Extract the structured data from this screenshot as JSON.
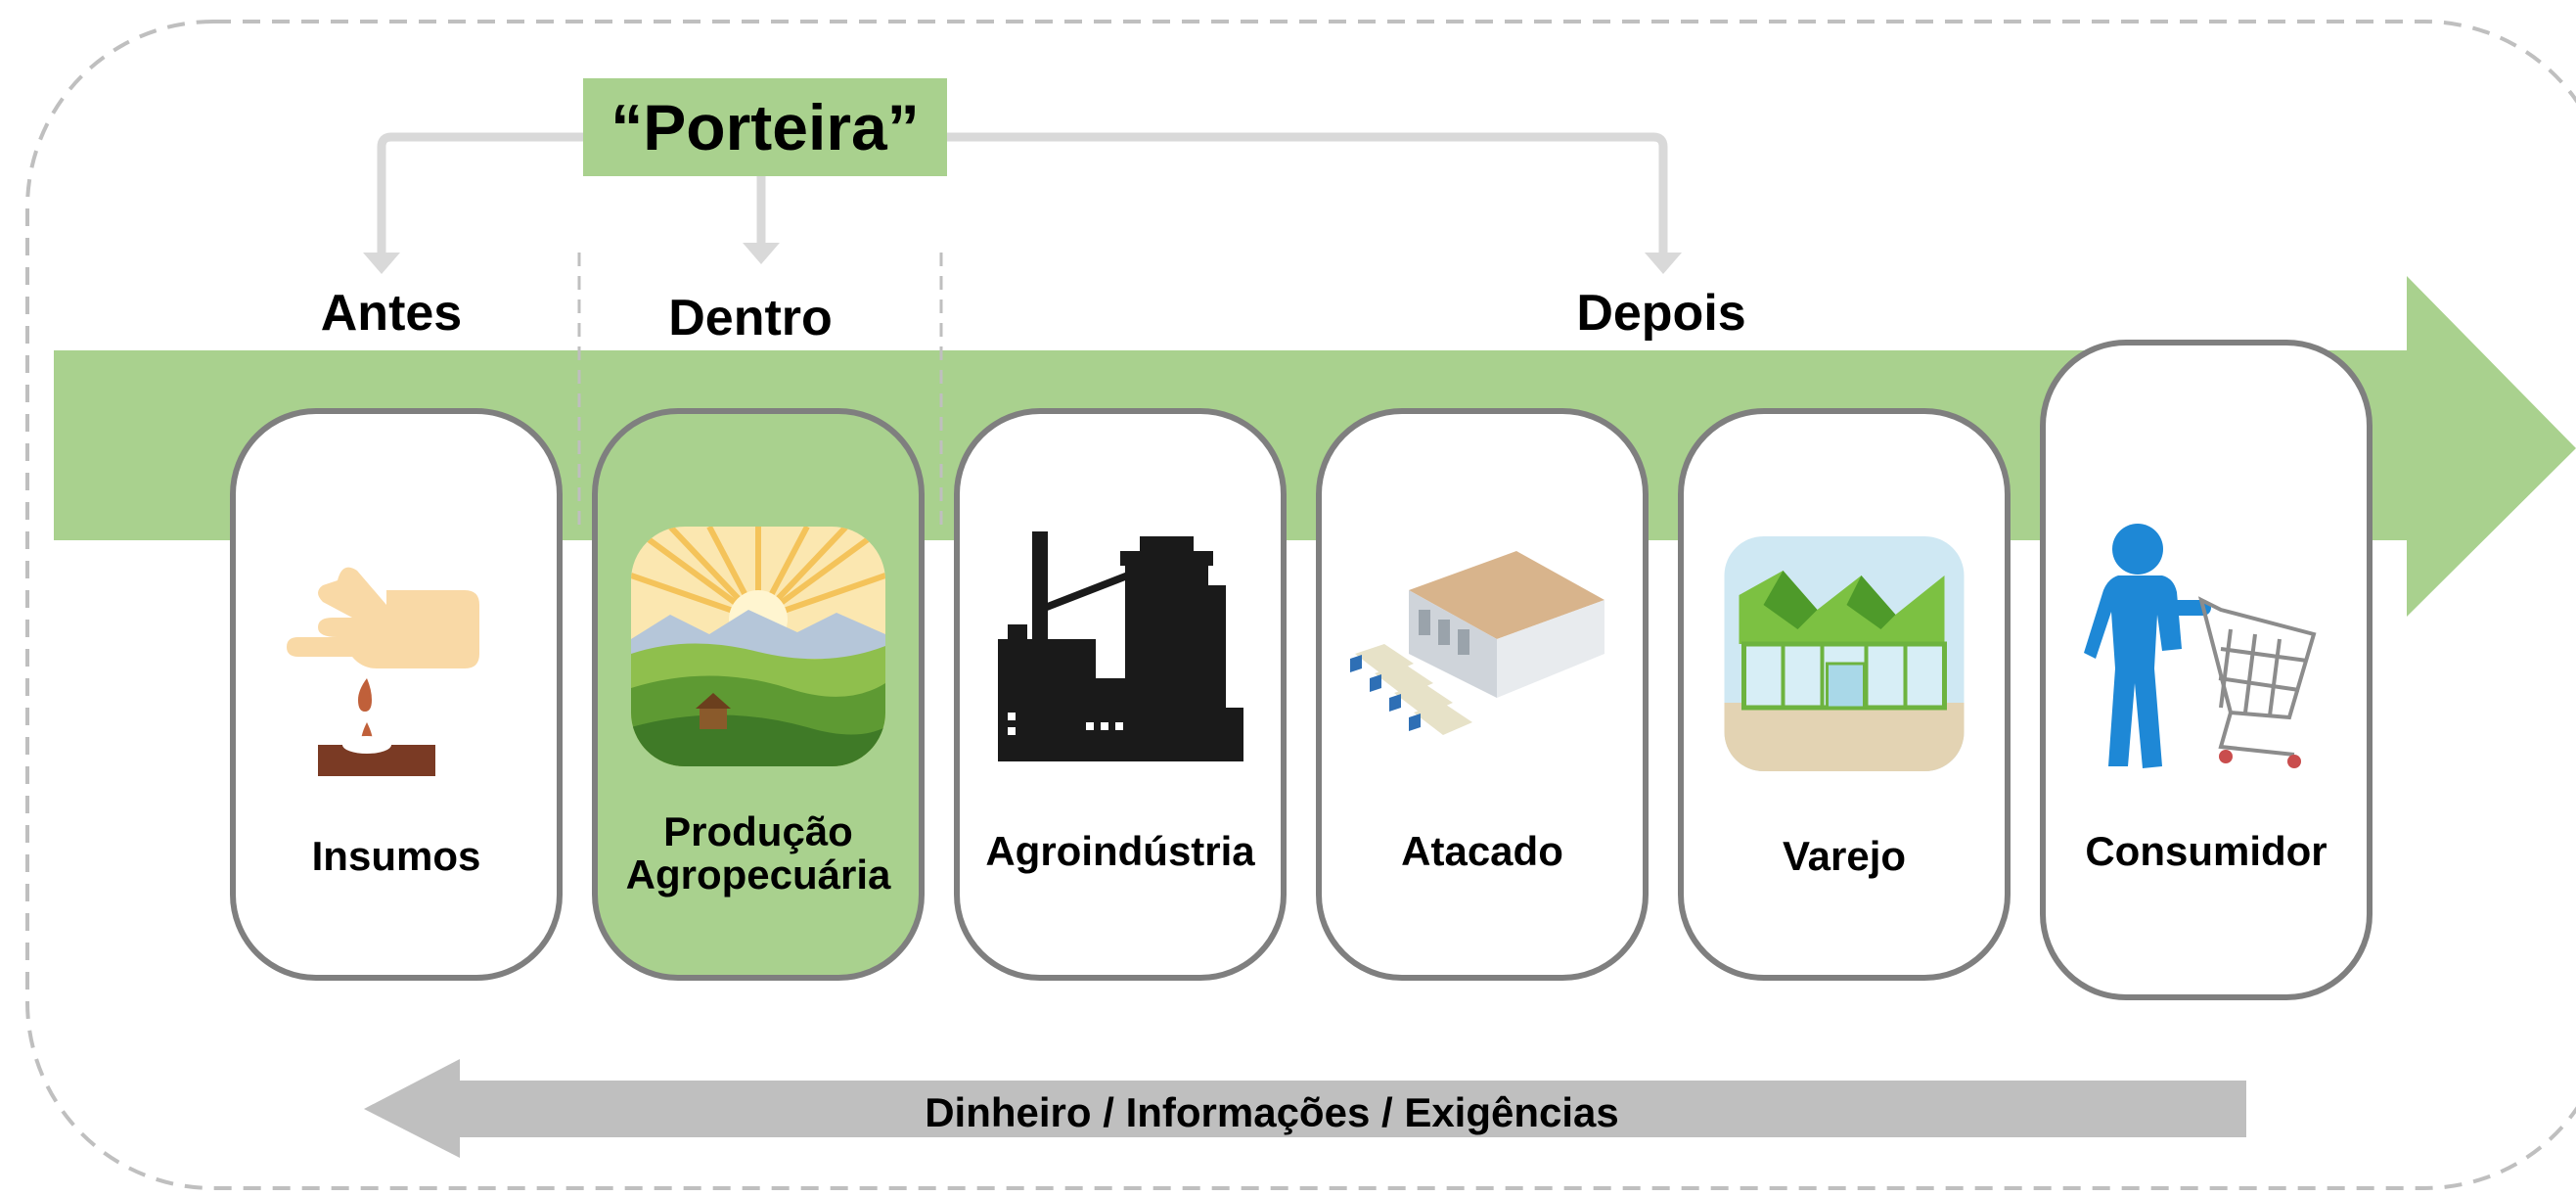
{
  "gate": {
    "label": "“Porteira”"
  },
  "stages": {
    "before": "Antes",
    "inside": "Dentro",
    "after": "Depois"
  },
  "cards": [
    {
      "label": "Insumos",
      "icon": "hand-seed-icon"
    },
    {
      "label": "Produção Agropecuária",
      "icon": "farmland-landscape-icon"
    },
    {
      "label": "Agroindústria",
      "icon": "factory-icon"
    },
    {
      "label": "Atacado",
      "icon": "warehouse-trucks-icon"
    },
    {
      "label": "Varejo",
      "icon": "retail-store-icon"
    },
    {
      "label": "Consumidor",
      "icon": "shopper-cart-icon"
    }
  ],
  "flow_back": {
    "label": "Dinheiro / Informações / Exigências"
  },
  "colors": {
    "main_arrow": "#a9d18e",
    "back_arrow": "#bfbfbf",
    "card_border": "#7f7f7f",
    "connector": "#d9d9d9",
    "frame": "#bfbfbf"
  }
}
